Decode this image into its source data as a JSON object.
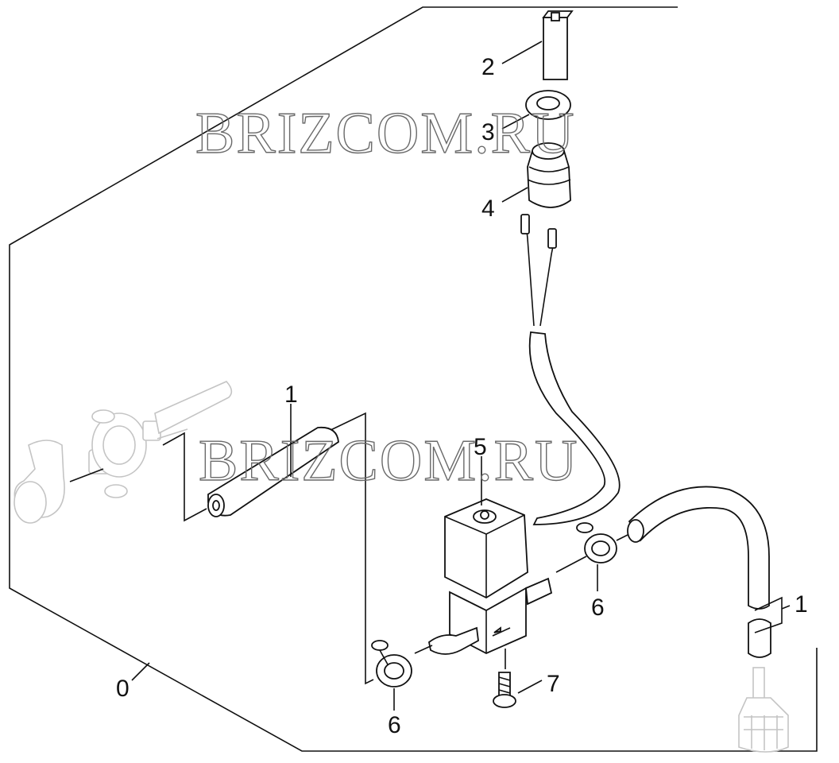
{
  "watermark": "BRIZCOM.RU",
  "callouts": {
    "c0": "0",
    "c1a": "1",
    "c1b": "1",
    "c2": "2",
    "c3": "3",
    "c4": "4",
    "c5": "5",
    "c6a": "6",
    "c6b": "6",
    "c7": "7"
  },
  "colors": {
    "line": "#111111",
    "ghost": "#c4c4c4",
    "watermark": "#6a6a6a"
  }
}
